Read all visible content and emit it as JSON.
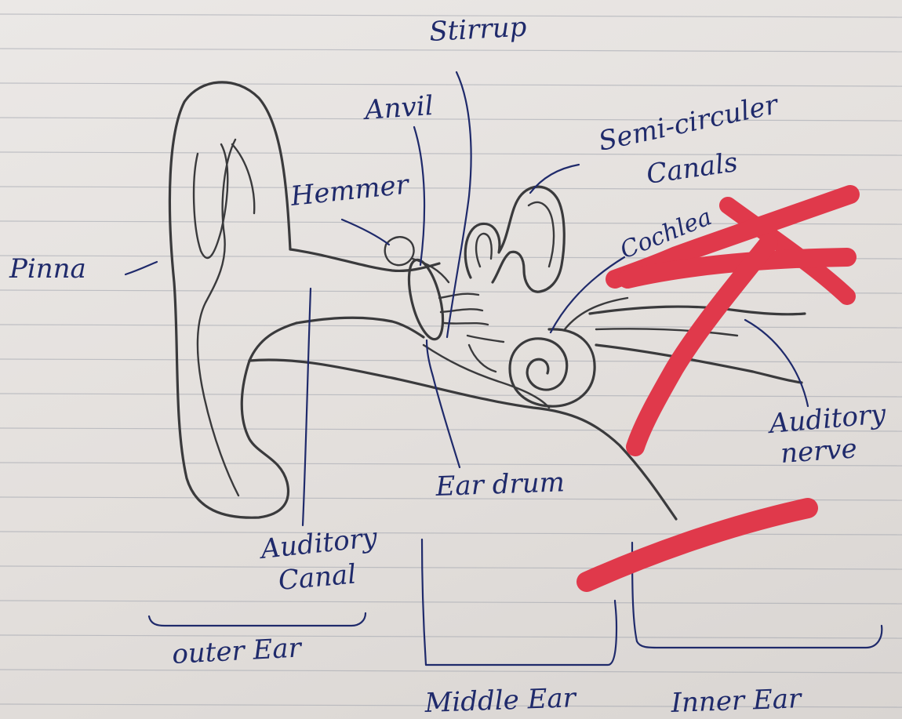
{
  "labels": {
    "stirrup": "Stirrup",
    "anvil": "Anvil",
    "hammer": "Hemmer",
    "semicircular_line1": "Semi-circuler",
    "semicircular_line2": "Canals",
    "cochlea": "Cochlea",
    "pinna": "Pinna",
    "auditory_nerve_line1": "Auditory",
    "auditory_nerve_line2": "nerve",
    "ear_drum": "Ear drum",
    "auditory_canal_line1": "Auditory",
    "auditory_canal_line2": "Canal",
    "outer_ear": "outer Ear",
    "middle_ear": "Middle Ear",
    "inner_ear": "Inner Ear"
  },
  "colors": {
    "paper": "#e6e2df",
    "ruled_line": "#9da1ab",
    "pencil": "#3a3a3c",
    "ink": "#1f2a6b",
    "red_mark": "#e0394b"
  }
}
